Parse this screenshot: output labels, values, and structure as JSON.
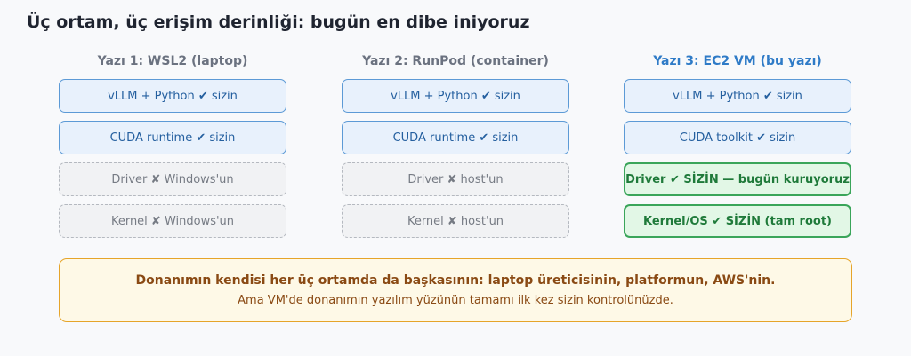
{
  "title": "Üç ortam, üç erişim derinliği: bugün en dibe iniyoruz",
  "columns": [
    {
      "header": "Yazı 1: WSL2 (laptop)",
      "layers": [
        "vLLM + Python ✔ sizin",
        "CUDA runtime ✔ sizin",
        "Driver ✘ Windows'un",
        "Kernel ✘ Windows'un"
      ]
    },
    {
      "header": "Yazı 2: RunPod (container)",
      "layers": [
        "vLLM + Python ✔ sizin",
        "CUDA runtime ✔ sizin",
        "Driver ✘ host'un",
        "Kernel ✘ host'un"
      ]
    },
    {
      "header": "Yazı 3: EC2 VM (bu yazı)",
      "layers": [
        "vLLM + Python ✔ sizin",
        "CUDA toolkit ✔ sizin",
        "Driver ✔ SİZİN — bugün kuruyoruz",
        "Kernel/OS ✔ SİZİN (tam root)"
      ]
    }
  ],
  "note": {
    "main": "Donanımın kendisi her üç ortamda da başkasının: laptop üreticisinin, platformun, AWS'nin.",
    "sub": "Ama VM'de donanımın yazılım yüzünün tamamı ilk kez sizin kontrolünüzde."
  },
  "colors": {
    "user_owned": "#5c9ad6",
    "not_owned": "#b5b9c0",
    "newly_owned": "#3aa55a",
    "note_border": "#e6a52a"
  }
}
